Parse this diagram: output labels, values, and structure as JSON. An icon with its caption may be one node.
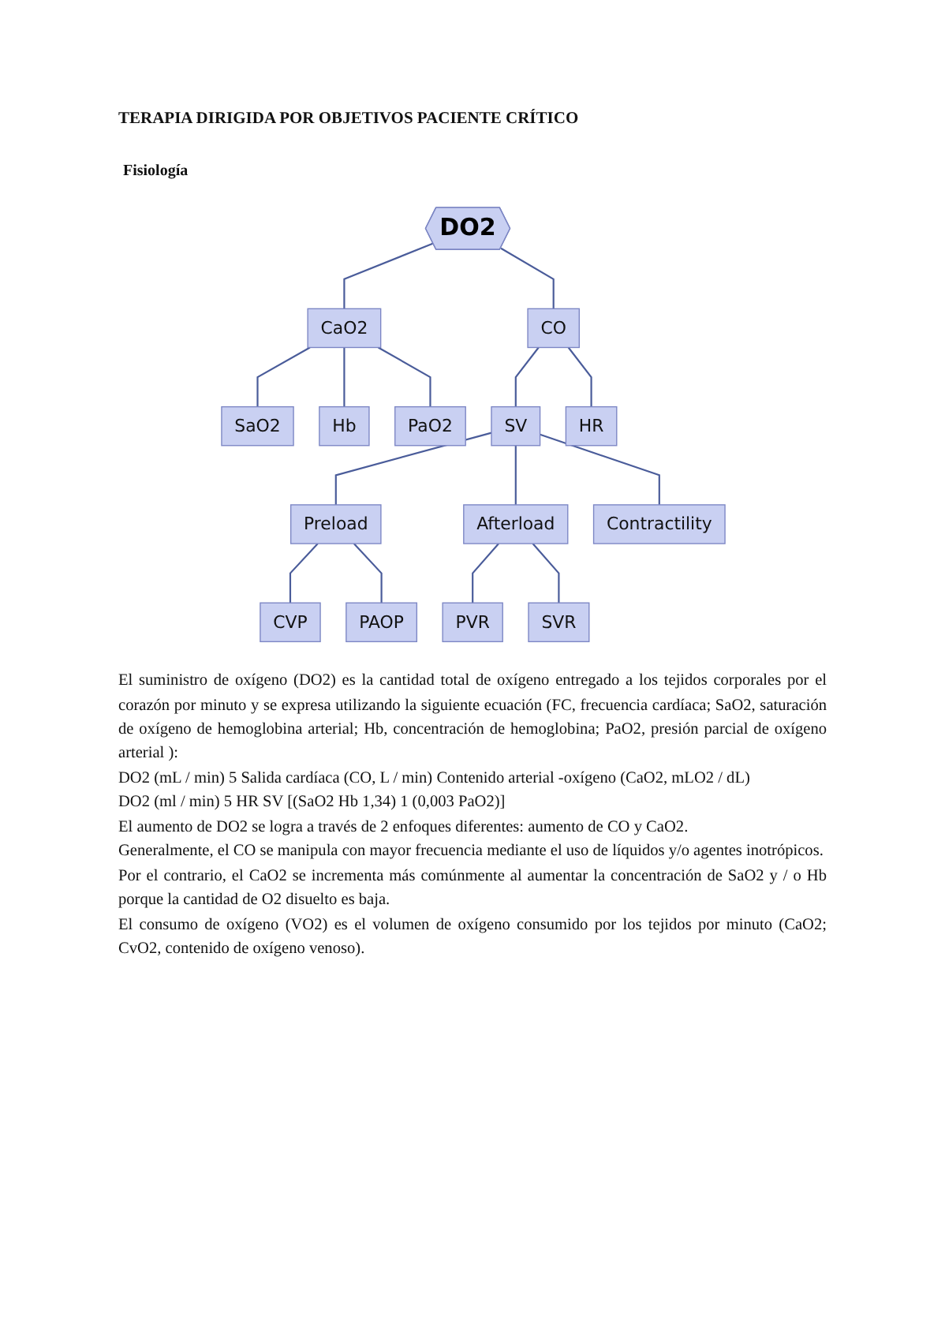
{
  "diagram": {
    "title": "TERAPIA DIRIGIDA POR OBJETIVOS PACIENTE CRÍTICO",
    "nodes": [
      {
        "text": [
          "DO2"
        ]
      },
      {
        "text": [
          "CaO2"
        ]
      },
      {
        "text": [
          "CO"
        ]
      },
      {
        "text": [
          "SaO2"
        ]
      },
      {
        "text": [
          "Hb"
        ]
      },
      {
        "text": [
          "PaO2"
        ]
      },
      {
        "text": [
          "SV"
        ]
      },
      {
        "text": [
          "HR"
        ]
      },
      {
        "text": [
          "Preload"
        ]
      },
      {
        "text": [
          "Afterload"
        ]
      },
      {
        "text": [
          "Contractility"
        ]
      },
      {
        "text": [
          "CVP"
        ]
      },
      {
        "text": [
          "PAOP"
        ]
      },
      {
        "text": [
          "PVR"
        ]
      },
      {
        "text": [
          "SVR"
        ]
      }
    ],
    "edges": [
      {
        "from": 0,
        "to": 1,
        "arrow": "none"
      },
      {
        "from": 0,
        "to": 2,
        "arrow": "none"
      },
      {
        "from": 1,
        "to": 3,
        "arrow": "none"
      },
      {
        "from": 1,
        "to": 4,
        "arrow": "none"
      },
      {
        "from": 1,
        "to": 5,
        "arrow": "none"
      },
      {
        "from": 2,
        "to": 6,
        "arrow": "none"
      },
      {
        "from": 2,
        "to": 7,
        "arrow": "none"
      },
      {
        "from": 6,
        "to": 8,
        "arrow": "none"
      },
      {
        "from": 6,
        "to": 9,
        "arrow": "none"
      },
      {
        "from": 6,
        "to": 10,
        "arrow": "none"
      },
      {
        "from": 8,
        "to": 11,
        "arrow": "none"
      },
      {
        "from": 8,
        "to": 12,
        "arrow": "none"
      },
      {
        "from": 9,
        "to": 13,
        "arrow": "none"
      },
      {
        "from": 9,
        "to": 14,
        "arrow": "none"
      }
    ],
    "labels": [
      "Fisiología",
      "El suministro de oxígeno (DO2) es la cantidad total de oxígeno entregado a los tejidos corporales por el corazón por minuto y se expresa utilizando la siguiente ecuación (FC, frecuencia cardíaca; SaO2, saturación de oxígeno de hemoglobina arterial; Hb, concentración de hemoglobina; PaO2, presión parcial de oxígeno arterial ):",
      "DO2 (mL / min) 5 Salida cardíaca (CO, L / min) Contenido arterial -oxígeno (CaO2, mLO2 / dL)",
      "DO2 (ml / min) 5 HR SV [(SaO2 Hb 1,34) 1 (0,003 PaO2)]",
      "El aumento de DO2 se logra a través de 2 enfoques diferentes: aumento de CO y CaO2.",
      "Generalmente, el CO se manipula con mayor frecuencia mediante el uso de líquidos y/o agentes inotrópicos.",
      "Por el contrario, el CaO2 se incrementa más comúnmente al aumentar la concentración de SaO2 y / o Hb porque la cantidad de O2 disuelto es baja.",
      "El consumo de oxígeno (VO2) es el volumen de oxígeno consumido por los tejidos por minuto (CaO2; CvO2, contenido de oxígeno venoso)."
    ]
  }
}
